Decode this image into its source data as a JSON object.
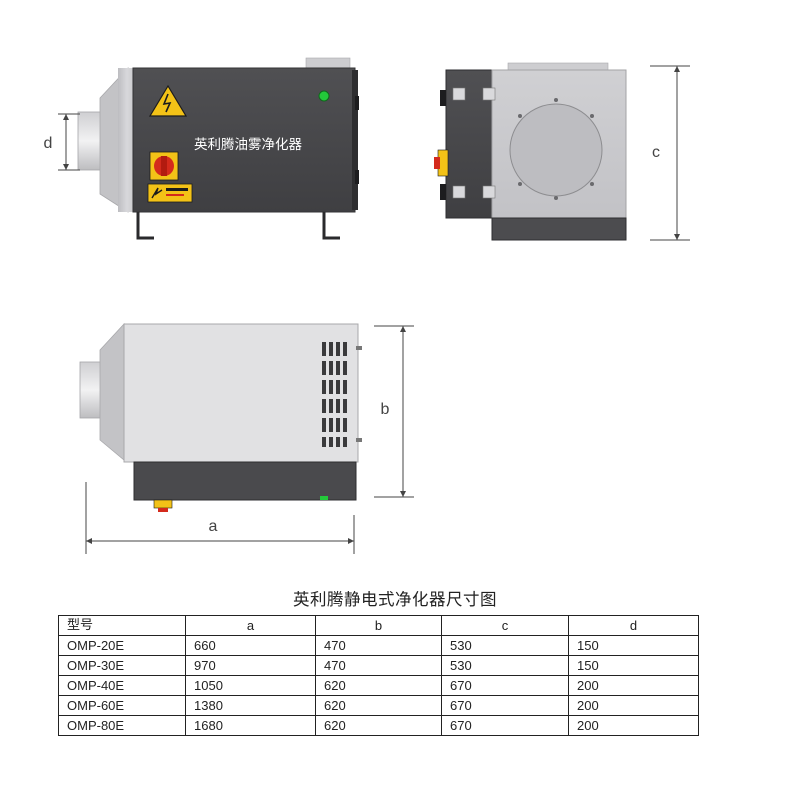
{
  "colors": {
    "body_dark": "#4a4a4c",
    "body_silver": "#c9c9cc",
    "warning_yellow": "#f3c217",
    "switch_red": "#d42a1c",
    "indicator_green": "#23c93a",
    "dimension_line": "#444444"
  },
  "machine": {
    "brand_label": "英利腾油雾净化器",
    "warning_icon": "warning-triangle-icon",
    "switch_icon": "rotary-switch-icon",
    "shock_icon": "electric-shock-warning-icon",
    "indicator_icon": "indicator-light-icon"
  },
  "dimensions": {
    "a": "a",
    "b": "b",
    "c": "c",
    "d": "d"
  },
  "spec_table": {
    "title": "英利腾静电式净化器尺寸图",
    "headers": [
      "型号",
      "a",
      "b",
      "c",
      "d"
    ],
    "rows": [
      [
        "OMP-20E",
        "660",
        "470",
        "530",
        "150"
      ],
      [
        "OMP-30E",
        "970",
        "470",
        "530",
        "150"
      ],
      [
        "OMP-40E",
        "1050",
        "620",
        "670",
        "200"
      ],
      [
        "OMP-60E",
        "1380",
        "620",
        "670",
        "200"
      ],
      [
        "OMP-80E",
        "1680",
        "620",
        "670",
        "200"
      ]
    ]
  }
}
